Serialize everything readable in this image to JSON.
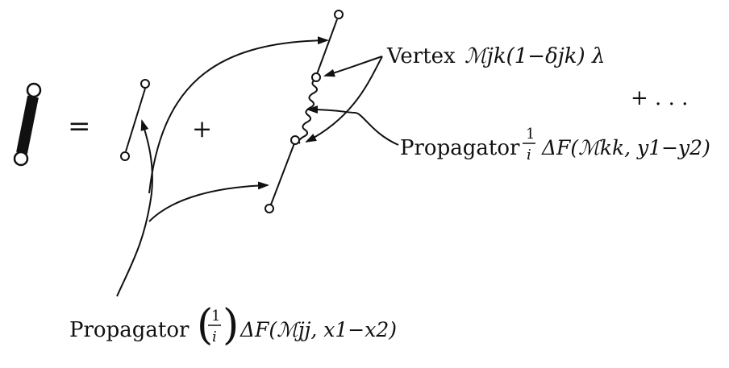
{
  "equals_sign": "=",
  "plus_sign": "+",
  "ellipsis_term": "+ . . .",
  "vertex_label": {
    "word": "Vertex",
    "expression": "ℳjk(1−δjk) λ"
  },
  "inner_propagator_label": {
    "word": "Propagator",
    "fraction_numerator": "1",
    "fraction_denominator": "i",
    "expression": "ΔF(ℳkk, y1−y2)"
  },
  "outer_propagator_label": {
    "word": "Propagator",
    "fraction_numerator": "1",
    "fraction_denominator": "i",
    "expression": "ΔF(ℳjj, x1−x2)"
  }
}
